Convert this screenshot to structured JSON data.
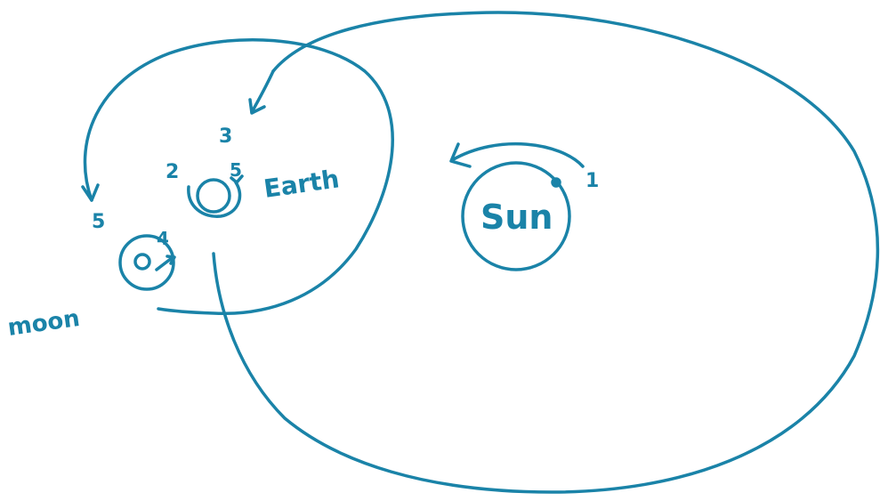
{
  "labels": {
    "sun": "Sun",
    "earth": "Earth",
    "moon": "moon"
  },
  "step_numbers": {
    "one": "1",
    "two": "2",
    "three": "3",
    "four": "4",
    "five_left": "5",
    "five_earth": "5"
  },
  "colors": {
    "ink": "#1a83a8",
    "background": "#ffffff"
  }
}
